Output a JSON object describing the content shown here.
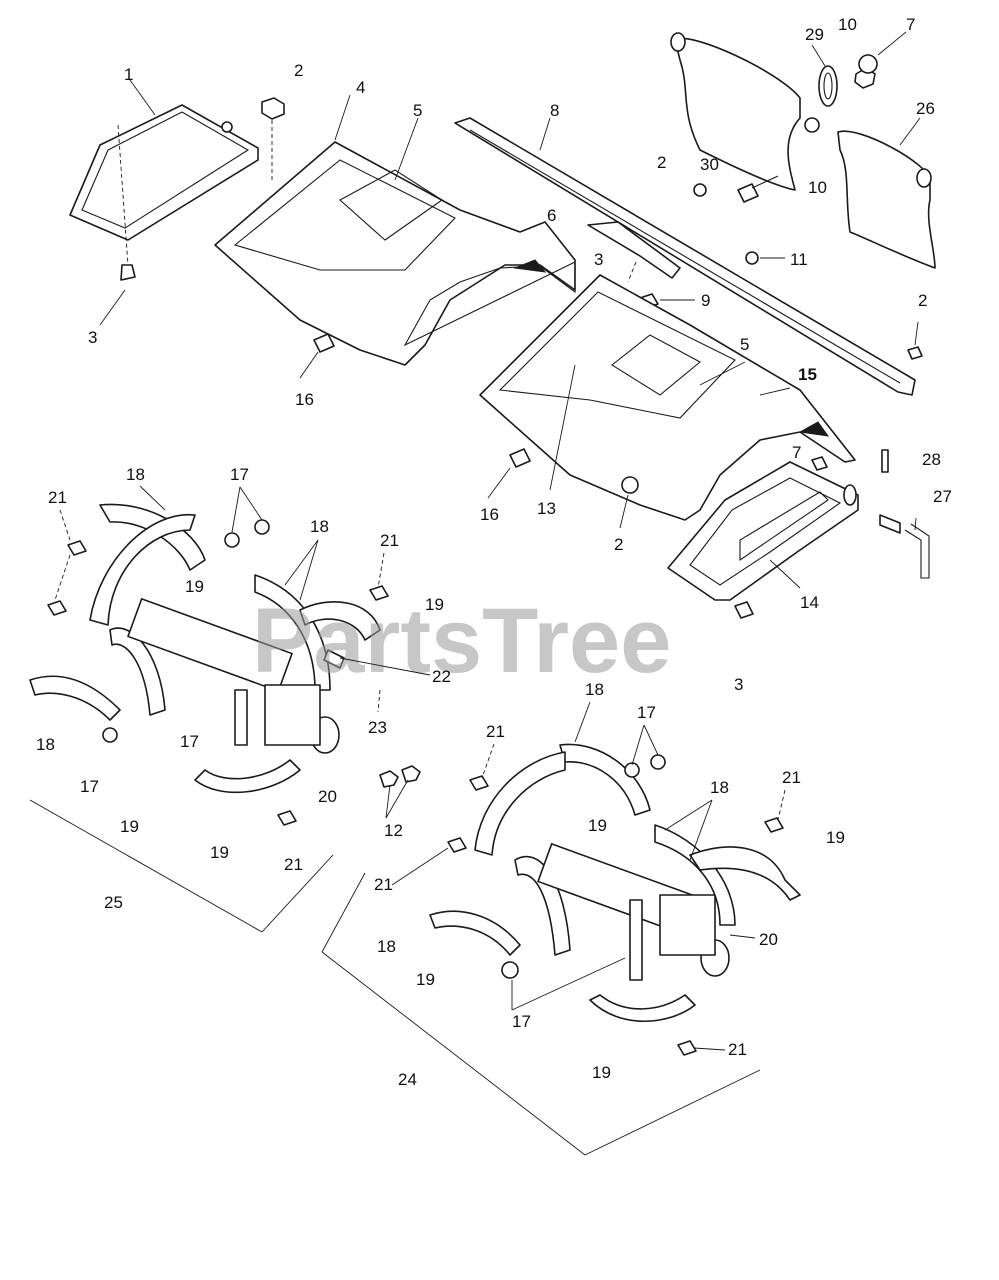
{
  "watermark": {
    "text": "PartsTree",
    "color": "#9a9a9a"
  },
  "line_color": "#1a1a1a",
  "callouts": [
    {
      "key": "c1",
      "text": "1"
    },
    {
      "key": "c2a",
      "text": "2"
    },
    {
      "key": "c3a",
      "text": "3"
    },
    {
      "key": "c4",
      "text": "4"
    },
    {
      "key": "c5a",
      "text": "5"
    },
    {
      "key": "c16a",
      "text": "16"
    },
    {
      "key": "c8",
      "text": "8"
    },
    {
      "key": "c6",
      "text": "6"
    },
    {
      "key": "c3b",
      "text": "3"
    },
    {
      "key": "c2b",
      "text": "2"
    },
    {
      "key": "c30",
      "text": "30"
    },
    {
      "key": "c29",
      "text": "29"
    },
    {
      "key": "c10a",
      "text": "10"
    },
    {
      "key": "c7a",
      "text": "7"
    },
    {
      "key": "c10b",
      "text": "10"
    },
    {
      "key": "c26",
      "text": "26"
    },
    {
      "key": "c11",
      "text": "11"
    },
    {
      "key": "c9",
      "text": "9"
    },
    {
      "key": "c2c",
      "text": "2"
    },
    {
      "key": "c5b",
      "text": "5"
    },
    {
      "key": "c15",
      "text": "15"
    },
    {
      "key": "c7b",
      "text": "7"
    },
    {
      "key": "c28",
      "text": "28"
    },
    {
      "key": "c27",
      "text": "27"
    },
    {
      "key": "c16b",
      "text": "16"
    },
    {
      "key": "c13",
      "text": "13"
    },
    {
      "key": "c2d",
      "text": "2"
    },
    {
      "key": "c14",
      "text": "14"
    },
    {
      "key": "c3c",
      "text": "3"
    },
    {
      "key": "c18a",
      "text": "18"
    },
    {
      "key": "c17a",
      "text": "17"
    },
    {
      "key": "c21a",
      "text": "21"
    },
    {
      "key": "c18b",
      "text": "18"
    },
    {
      "key": "c21b",
      "text": "21"
    },
    {
      "key": "c19a",
      "text": "19"
    },
    {
      "key": "c19b",
      "text": "19"
    },
    {
      "key": "c22",
      "text": "22"
    },
    {
      "key": "c23",
      "text": "23"
    },
    {
      "key": "c18c",
      "text": "18"
    },
    {
      "key": "c17b",
      "text": "17"
    },
    {
      "key": "c17c",
      "text": "17"
    },
    {
      "key": "c20a",
      "text": "20"
    },
    {
      "key": "c19c",
      "text": "19"
    },
    {
      "key": "c19d",
      "text": "19"
    },
    {
      "key": "c21c",
      "text": "21"
    },
    {
      "key": "c12",
      "text": "12"
    },
    {
      "key": "c25",
      "text": "25"
    },
    {
      "key": "c18d",
      "text": "18"
    },
    {
      "key": "c21d",
      "text": "21"
    },
    {
      "key": "c17d",
      "text": "17"
    },
    {
      "key": "c18e",
      "text": "18"
    },
    {
      "key": "c21e",
      "text": "21"
    },
    {
      "key": "c19e",
      "text": "19"
    },
    {
      "key": "c19f",
      "text": "19"
    },
    {
      "key": "c21f",
      "text": "21"
    },
    {
      "key": "c20b",
      "text": "20"
    },
    {
      "key": "c18f",
      "text": "18"
    },
    {
      "key": "c19g",
      "text": "19"
    },
    {
      "key": "c17e",
      "text": "17"
    },
    {
      "key": "c19h",
      "text": "19"
    },
    {
      "key": "c21g",
      "text": "21"
    },
    {
      "key": "c24",
      "text": "24"
    }
  ]
}
